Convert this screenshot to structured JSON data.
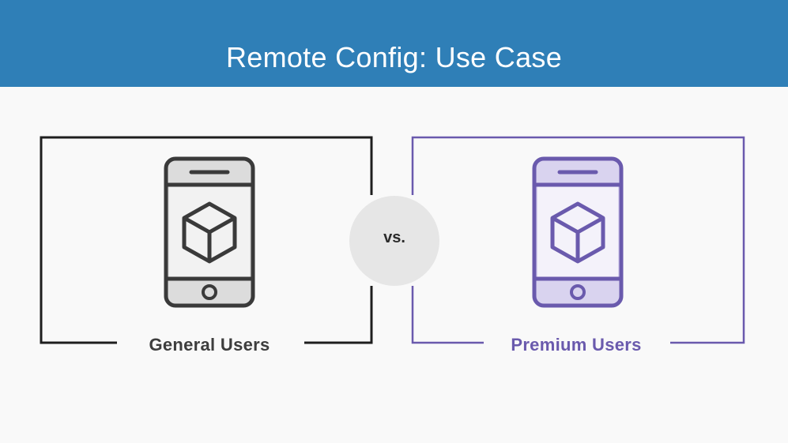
{
  "header": {
    "title": "Remote Config: Use Case",
    "background_color": "#2f7fb7"
  },
  "comparison": {
    "left": {
      "label": "General Users",
      "color": "#3d3d3d",
      "icon": "phone-with-cube-icon"
    },
    "separator": "vs.",
    "right": {
      "label": "Premium Users",
      "color": "#6a5aad",
      "icon": "phone-with-cube-icon"
    }
  }
}
